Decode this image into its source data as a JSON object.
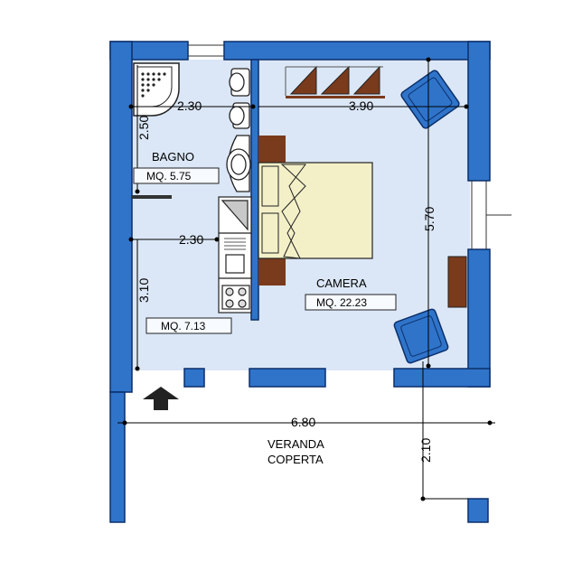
{
  "colors": {
    "wall": "#2f74c9",
    "wall_stroke": "#0b2f6b",
    "floor": "#dbe7f6",
    "furniture_wood": "#7a3a1c",
    "bed": "#f3f0c8",
    "armchair": "#2f74c9",
    "veranda": "#ffffff"
  },
  "rooms": [
    {
      "name": "BAGNO",
      "area": "MQ. 5.75"
    },
    {
      "name": "",
      "area": "MQ. 7.13"
    },
    {
      "name": "CAMERA",
      "area": "MQ. 22.23"
    }
  ],
  "veranda": {
    "line1": "VERANDA",
    "line2": "COPERTA"
  },
  "dimensions": {
    "bath_width": "2.30",
    "bath_height": "2.50",
    "kitchen_width": "2.30",
    "kitchen_height": "3.10",
    "bedroom_width": "3.90",
    "bedroom_height": "5.70",
    "overall_width": "6.80",
    "veranda_depth": "2.10"
  },
  "symbols": [
    "entrance-arrow-icon",
    "shower-icon",
    "toilet-icon",
    "bidet-icon",
    "sink-icon",
    "stove-icon",
    "double-bed-icon",
    "armchair-icon",
    "wardrobe-icon"
  ]
}
